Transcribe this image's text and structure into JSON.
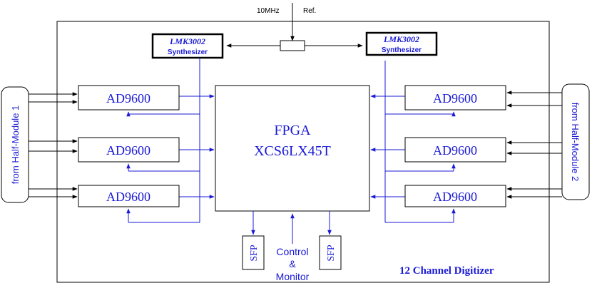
{
  "colors": {
    "blue": "#1a1ad6",
    "black": "#000000",
    "background": "#ffffff"
  },
  "reference": {
    "freq_label": "10MHz",
    "ref_label": "Ref."
  },
  "synthesizers": {
    "left": {
      "part": "LMK3002",
      "role": "Synthesizer"
    },
    "right": {
      "part": "LMK3002",
      "role": "Synthesizer"
    }
  },
  "fpga": {
    "line1": "FPGA",
    "line2": "XCS6LX45T"
  },
  "adcs": {
    "left": [
      "AD9600",
      "AD9600",
      "AD9600"
    ],
    "right": [
      "AD9600",
      "AD9600",
      "AD9600"
    ]
  },
  "half_modules": {
    "left": "from Half-Module 1",
    "right": "from Half-Module 2"
  },
  "sfp": {
    "left": "SFP",
    "right": "SFP"
  },
  "control": {
    "line1": "Control",
    "line2": "&",
    "line3": "Monitor"
  },
  "board_title": "12 Channel Digitizer"
}
